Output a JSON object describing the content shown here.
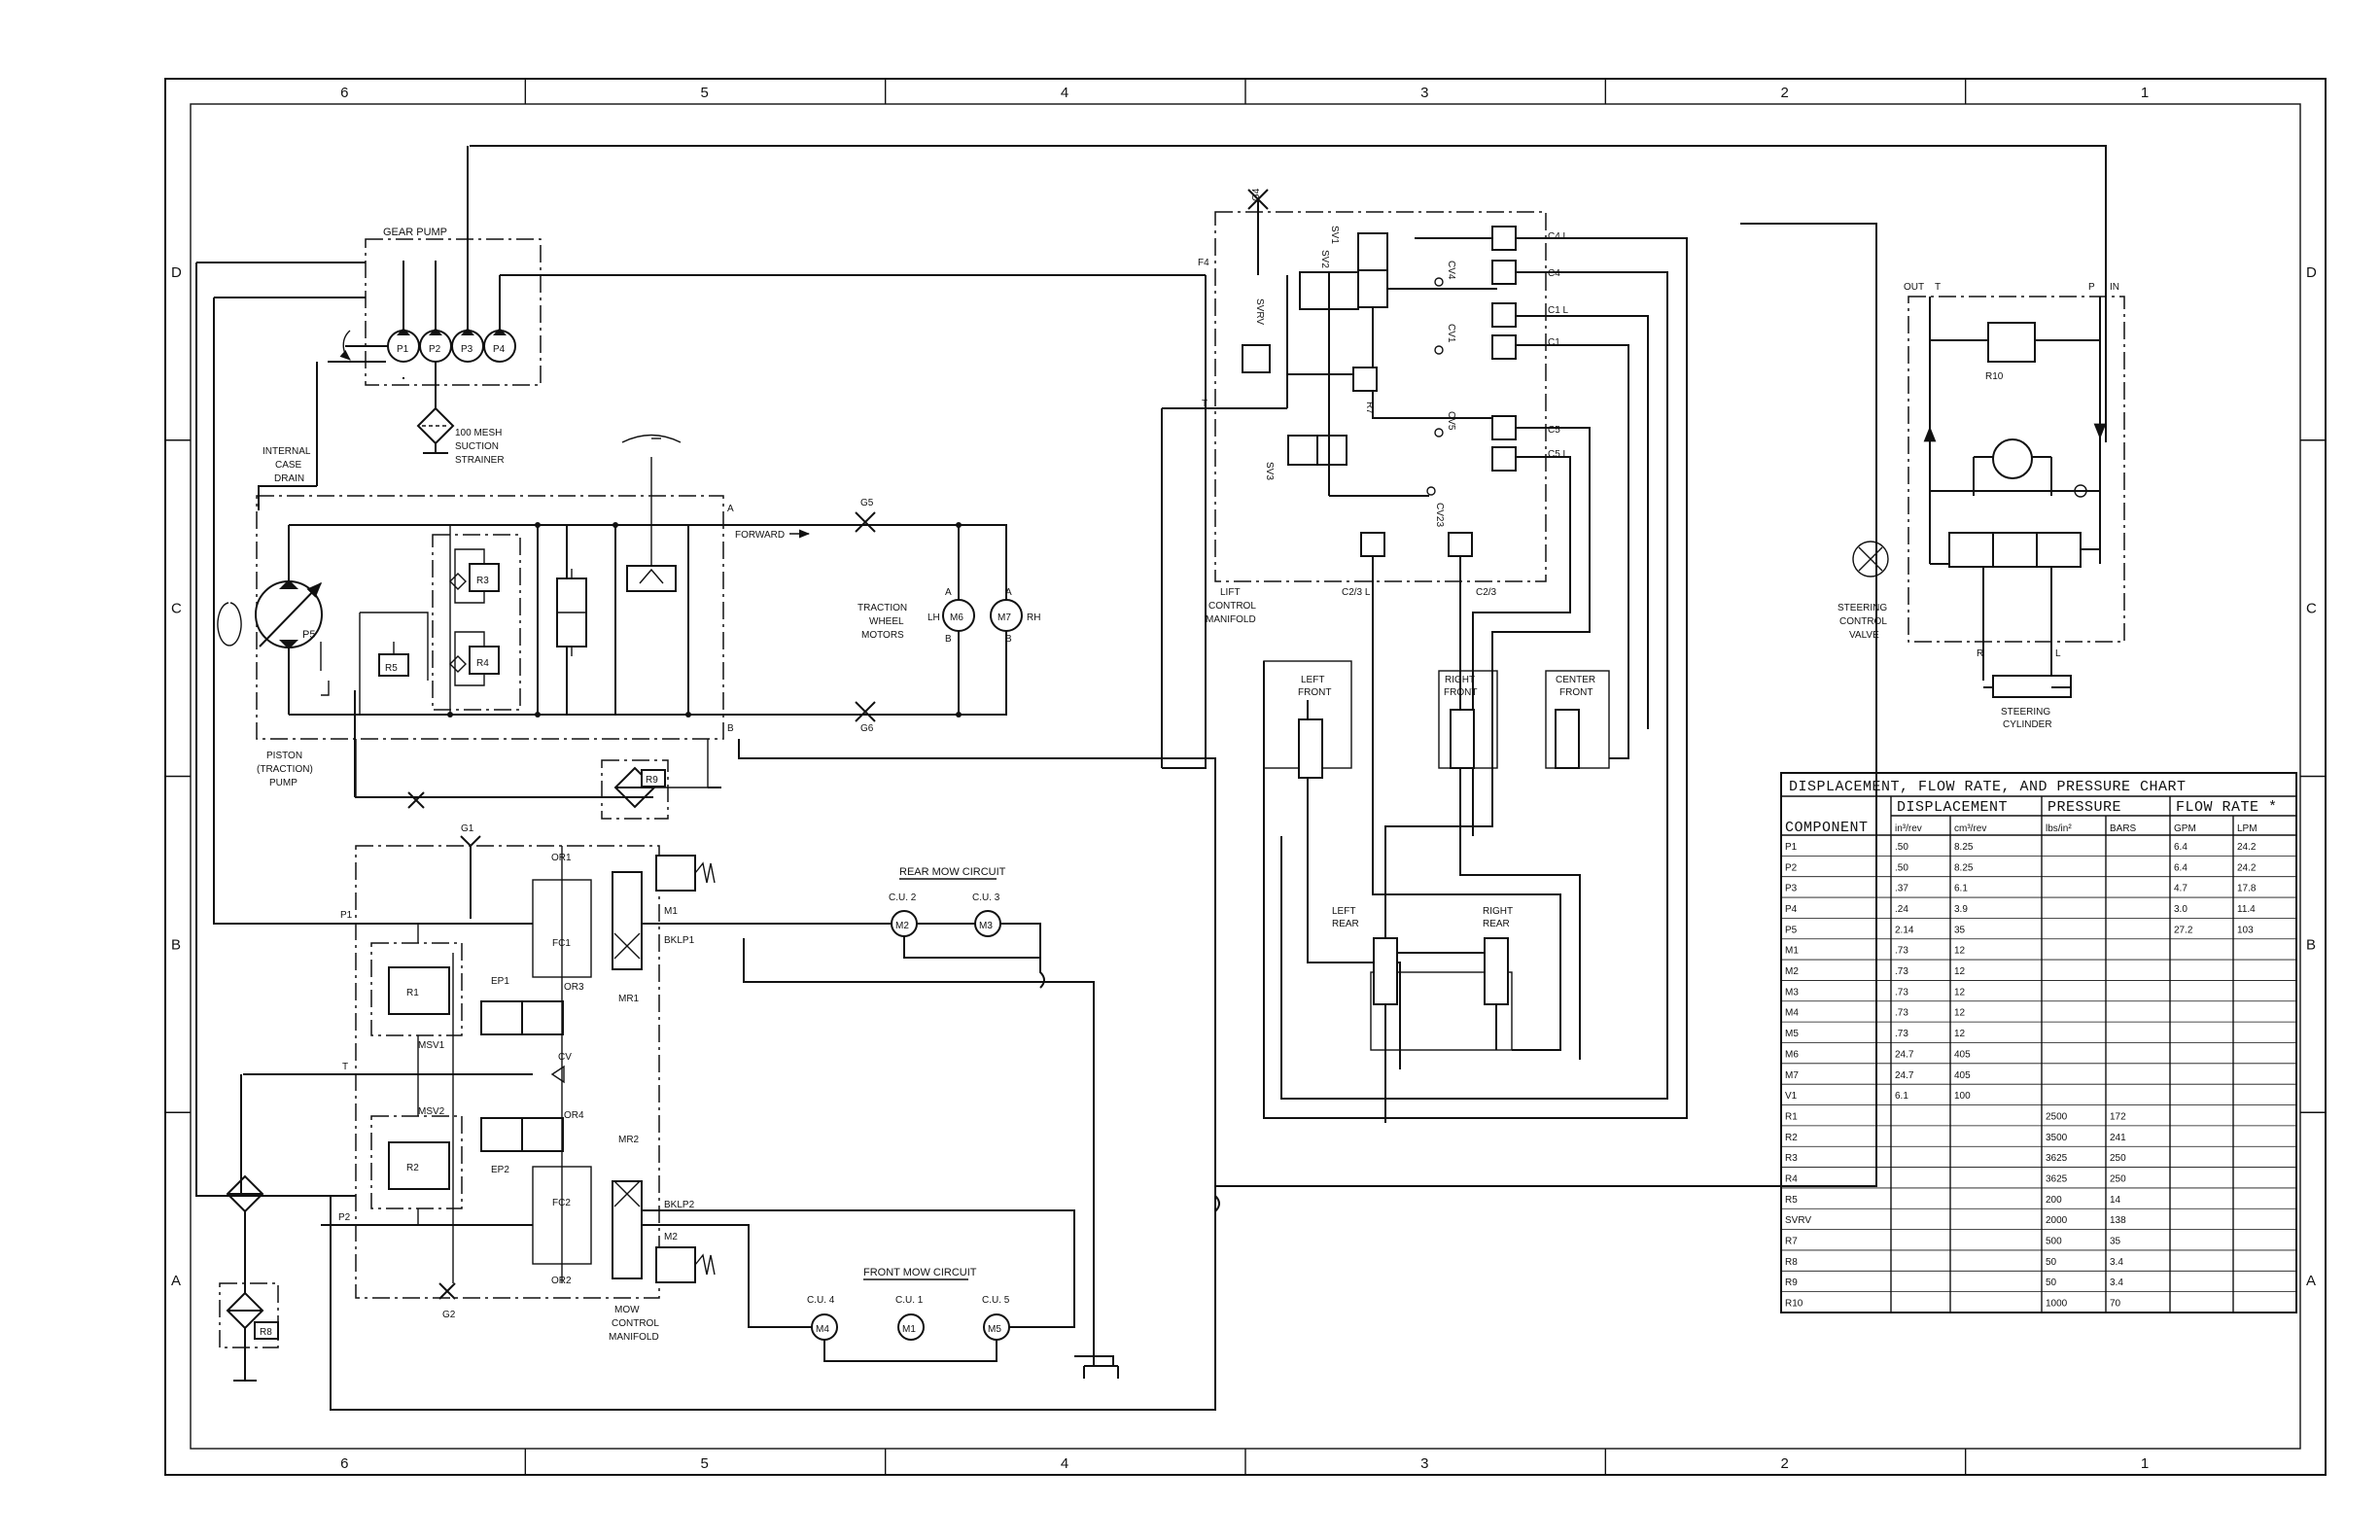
{
  "border": {
    "columns": [
      "6",
      "5",
      "4",
      "3",
      "2",
      "1"
    ],
    "rows": [
      "D",
      "C",
      "B",
      "A"
    ]
  },
  "labels": {
    "gear_pump": "GEAR PUMP",
    "p1": "P1",
    "p2": "P2",
    "p3": "P3",
    "p4": "P4",
    "strainer": [
      "100 MESH",
      "SUCTION",
      "STRAINER"
    ],
    "case_drain": [
      "INTERNAL",
      "CASE",
      "DRAIN"
    ],
    "p5": "P5",
    "piston_pump": [
      "PISTON",
      "(TRACTION)",
      "PUMP"
    ],
    "r3": "R3",
    "r4": "R4",
    "r5": "R5",
    "port_a": "A",
    "port_b": "B",
    "forward": "FORWARD",
    "g5": "G5",
    "g6": "G6",
    "traction_motors": [
      "TRACTION",
      "WHEEL",
      "MOTORS"
    ],
    "lh": "LH",
    "rh": "RH",
    "m6": "M6",
    "m7": "M7",
    "r9": "R9",
    "g1": "G1",
    "g2": "G2",
    "or1": "OR1",
    "or2": "OR2",
    "or3": "OR3",
    "or4": "OR4",
    "fc1": "FC1",
    "fc2": "FC2",
    "ep1": "EP1",
    "ep2": "EP2",
    "cv": "CV",
    "r1": "R1",
    "r2": "R2",
    "msv1": "MSV1",
    "msv2": "MSV2",
    "mr1": "MR1",
    "mr2": "MR2",
    "m1": "M1",
    "m2": "M2",
    "bklp1": "BKLP1",
    "bklp2": "BKLP2",
    "line_p1": "P1",
    "line_p2": "P2",
    "line_t": "T",
    "mow_manifold": [
      "MOW",
      "CONTROL",
      "MANIFOLD"
    ],
    "r8": "R8",
    "rear_mow": "REAR MOW CIRCUIT",
    "front_mow": "FRONT MOW CIRCUIT",
    "cu2": "C.U. 2",
    "cu3": "C.U. 3",
    "cu4": "C.U. 4",
    "cu1": "C.U. 1",
    "cu5": "C.U. 5",
    "m3": "M3",
    "m4": "M4",
    "m5": "M5",
    "g4": "G4",
    "f4": "F4",
    "lift_t": "T",
    "sv1": "SV1",
    "sv2": "SV2",
    "sv3": "SV3",
    "svrv": "SVRV",
    "r7": "R7",
    "cv4": "CV4",
    "cv1": "CV1",
    "cv5": "CV5",
    "cv23": "CV23",
    "c4l": "C4 L",
    "c4": "C4",
    "c1l": "C1 L",
    "c1": "C1",
    "c5": "C5",
    "c5l": "C5 L",
    "c23l": "C2/3 L",
    "c23": "C2/3",
    "lift_manifold": [
      "LIFT",
      "CONTROL",
      "MANIFOLD"
    ],
    "left_front": [
      "LEFT",
      "FRONT"
    ],
    "right_front": [
      "RIGHT",
      "FRONT"
    ],
    "center_front": [
      "CENTER",
      "FRONT"
    ],
    "left_rear": [
      "LEFT",
      "REAR"
    ],
    "right_rear": [
      "RIGHT",
      "REAR"
    ],
    "out": "OUT",
    "steer_t": "T",
    "steer_p": "P",
    "steer_in": "IN",
    "r10": "R10",
    "steer_valve": [
      "STEERING",
      "CONTROL",
      "VALVE"
    ],
    "steer_r": "R",
    "steer_l": "L",
    "steer_cyl": [
      "STEERING",
      "CYLINDER"
    ]
  },
  "chart": {
    "title": "DISPLACEMENT, FLOW RATE, AND PRESSURE CHART",
    "group_headers": [
      "DISPLACEMENT",
      "PRESSURE",
      "FLOW RATE *"
    ],
    "sub_headers": [
      "COMPONENT",
      "in³/rev",
      "cm³/rev",
      "lbs/in²",
      "BARS",
      "GPM",
      "LPM"
    ],
    "rows": [
      [
        "P1",
        ".50",
        "8.25",
        "",
        "",
        "6.4",
        "24.2"
      ],
      [
        "P2",
        ".50",
        "8.25",
        "",
        "",
        "6.4",
        "24.2"
      ],
      [
        "P3",
        ".37",
        "6.1",
        "",
        "",
        "4.7",
        "17.8"
      ],
      [
        "P4",
        ".24",
        "3.9",
        "",
        "",
        "3.0",
        "11.4"
      ],
      [
        "P5",
        "2.14",
        "35",
        "",
        "",
        "27.2",
        "103"
      ],
      [
        "M1",
        ".73",
        "12",
        "",
        "",
        "",
        ""
      ],
      [
        "M2",
        ".73",
        "12",
        "",
        "",
        "",
        ""
      ],
      [
        "M3",
        ".73",
        "12",
        "",
        "",
        "",
        ""
      ],
      [
        "M4",
        ".73",
        "12",
        "",
        "",
        "",
        ""
      ],
      [
        "M5",
        ".73",
        "12",
        "",
        "",
        "",
        ""
      ],
      [
        "M6",
        "24.7",
        "405",
        "",
        "",
        "",
        ""
      ],
      [
        "M7",
        "24.7",
        "405",
        "",
        "",
        "",
        ""
      ],
      [
        "V1",
        "6.1",
        "100",
        "",
        "",
        "",
        ""
      ],
      [
        "R1",
        "",
        "",
        "2500",
        "172",
        "",
        ""
      ],
      [
        "R2",
        "",
        "",
        "3500",
        "241",
        "",
        ""
      ],
      [
        "R3",
        "",
        "",
        "3625",
        "250",
        "",
        ""
      ],
      [
        "R4",
        "",
        "",
        "3625",
        "250",
        "",
        ""
      ],
      [
        "R5",
        "",
        "",
        "200",
        "14",
        "",
        ""
      ],
      [
        "SVRV",
        "",
        "",
        "2000",
        "138",
        "",
        ""
      ],
      [
        "R7",
        "",
        "",
        "500",
        "35",
        "",
        ""
      ],
      [
        "R8",
        "",
        "",
        "50",
        "3.4",
        "",
        ""
      ],
      [
        "R9",
        "",
        "",
        "50",
        "3.4",
        "",
        ""
      ],
      [
        "R10",
        "",
        "",
        "1000",
        "70",
        "",
        ""
      ]
    ]
  }
}
